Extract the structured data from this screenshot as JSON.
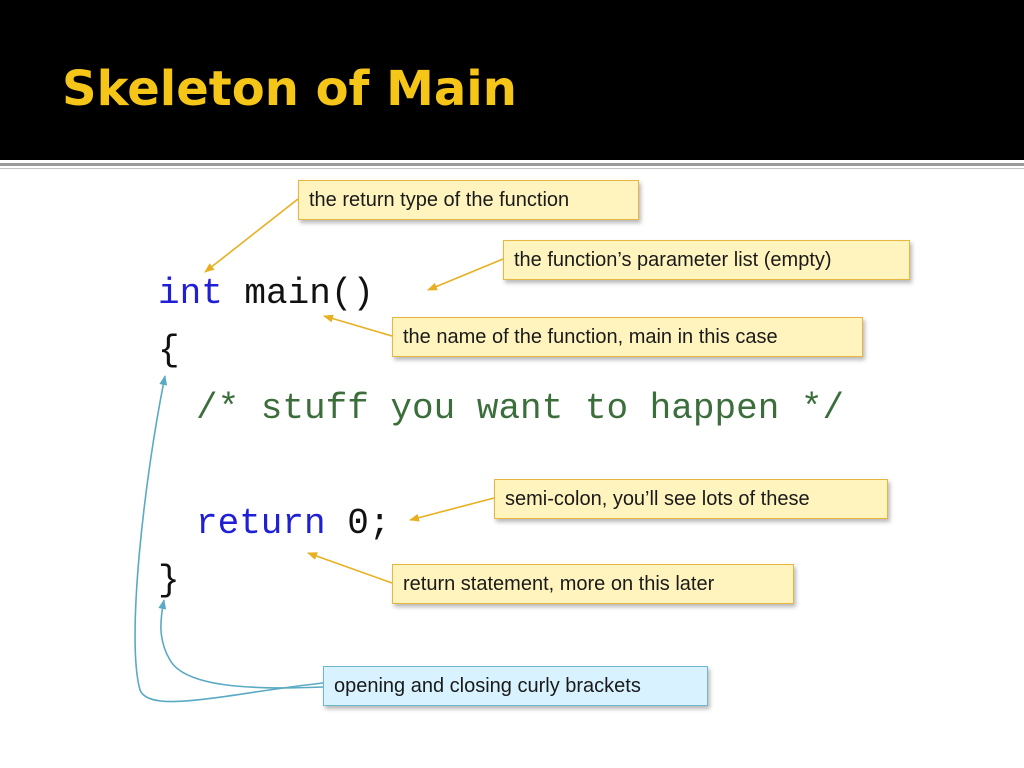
{
  "slide": {
    "title": "Skeleton of Main",
    "colors": {
      "header_bg": "#000000",
      "title": "#f5c518",
      "keyword": "#1f1fd6",
      "comment": "#3c6e3c",
      "plain": "#111111",
      "callout_fill": "#fff4bd",
      "callout_border": "#e8b640",
      "callout_blue_fill": "#d8f3ff",
      "callout_blue_border": "#6fb6cf",
      "arrow_yellow": "#e8b020",
      "arrow_blue": "#5aaac4"
    }
  },
  "code": {
    "line1_keyword": "int",
    "line1_rest": " main()",
    "line2": "{",
    "line3_comment": "/* stuff you want to happen */",
    "line5_keyword": "return",
    "line5_rest": " 0;",
    "line6": "}"
  },
  "callouts": {
    "return_type": "the return type of the function",
    "param_list": "the function’s parameter list (empty)",
    "function_name": "the name of the function, main in this case",
    "semicolon": "semi-colon, you’ll see lots of these",
    "return_statement": "return statement, more on this later",
    "curly_brackets": "opening and closing curly brackets"
  }
}
